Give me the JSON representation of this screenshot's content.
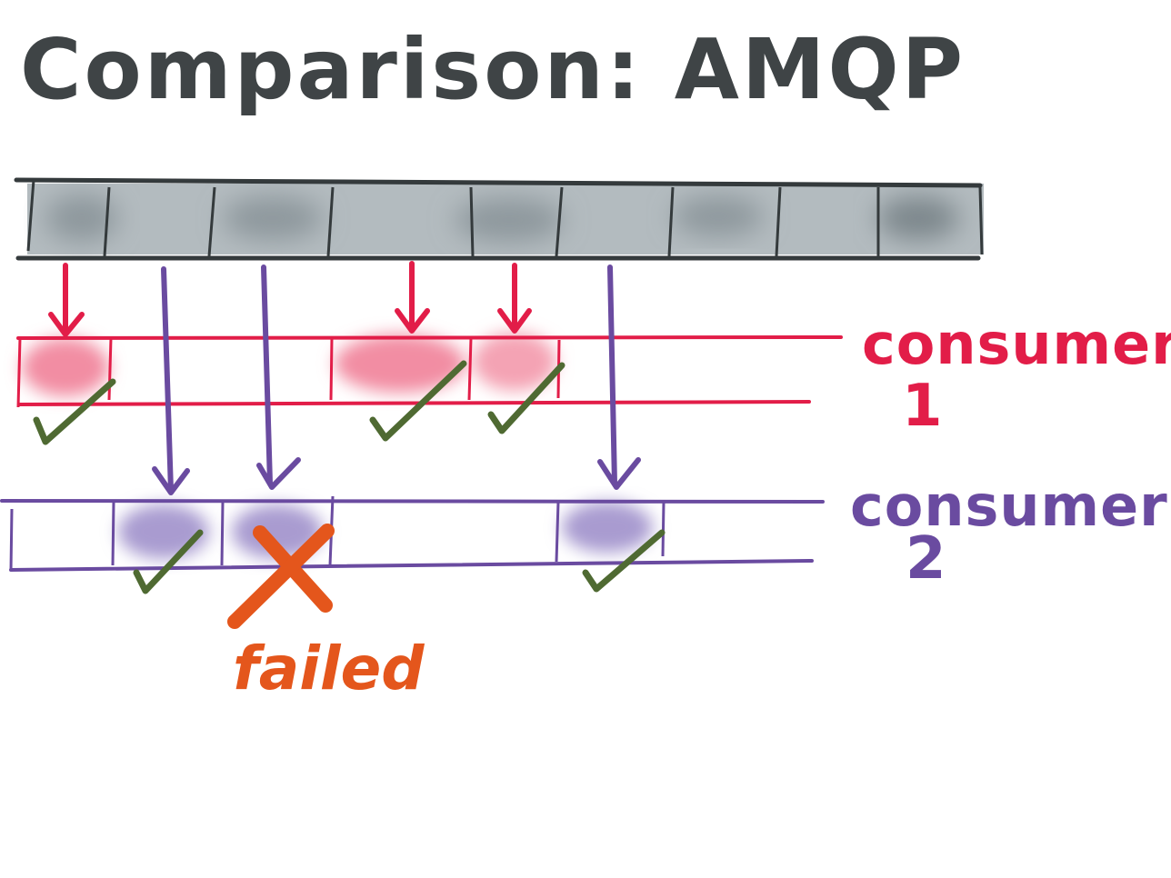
{
  "title": "Comparison: AMQP",
  "colors": {
    "ink": "#3f4446",
    "log_fill": "#aab2b7",
    "consumer1": "#e21d48",
    "consumer2": "#6a4ba0",
    "check": "#4f6a32",
    "failure": "#e4561c",
    "bg": "#ffffff"
  },
  "consumer1": {
    "label": "consumer",
    "number": "1"
  },
  "consumer2": {
    "label": "consumer",
    "number": "2"
  },
  "failure": {
    "label": "failed",
    "icon": "cross-icon"
  },
  "icons": {
    "ack": "checkmark-icon",
    "delivery": "arrow-down-icon"
  }
}
